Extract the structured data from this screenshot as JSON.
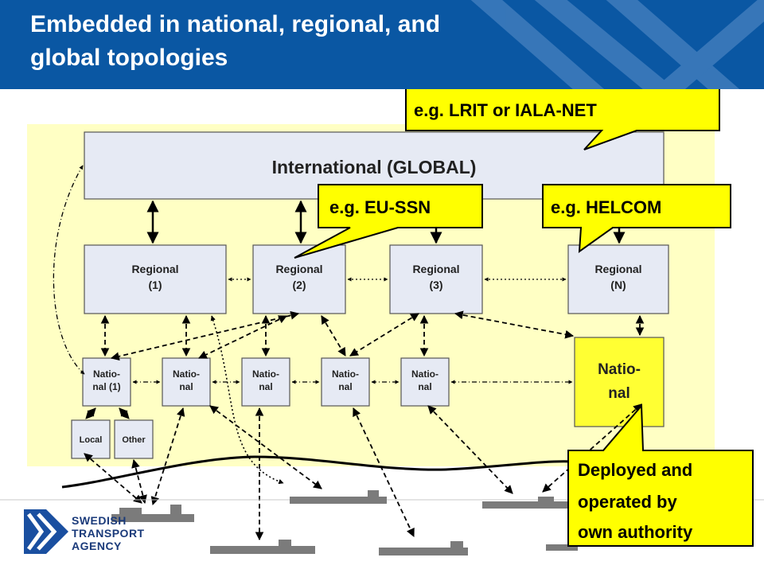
{
  "header": {
    "title_line1": "Embedded in national, regional, and",
    "title_line2": "global topologies"
  },
  "nodes": {
    "global": "International (GLOBAL)",
    "regional": [
      {
        "l1": "Regional",
        "l2": "(1)"
      },
      {
        "l1": "Regional",
        "l2": "(2)"
      },
      {
        "l1": "Regional",
        "l2": "(3)"
      },
      {
        "l1": "Regional",
        "l2": "(N)"
      }
    ],
    "national": [
      {
        "l1": "Natio-",
        "l2": "nal (1)"
      },
      {
        "l1": "Natio-",
        "l2": "nal"
      },
      {
        "l1": "Natio-",
        "l2": "nal"
      },
      {
        "l1": "Natio-",
        "l2": "nal"
      },
      {
        "l1": "Natio-",
        "l2": "nal"
      },
      {
        "l1": "Natio-",
        "l2": "nal"
      }
    ],
    "local": "Local",
    "other": "Other"
  },
  "callouts": {
    "lrit": "e.g. LRIT or IALA-NET",
    "eussn": "e.g. EU-SSN",
    "helcom": "e.g. HELCOM",
    "deployed": [
      "Deployed and",
      "operated by",
      "own authority"
    ]
  },
  "logo": {
    "line1": "SWEDISH",
    "line2": "TRANSPORT",
    "line3": "AGENCY"
  },
  "colors": {
    "header_blue": "#0a57a3",
    "panel_yellow": "#ffffc4",
    "box_fill": "#e6eaf4",
    "callout_yellow": "#ffff00",
    "highlight_yellow": "#ffff33"
  }
}
